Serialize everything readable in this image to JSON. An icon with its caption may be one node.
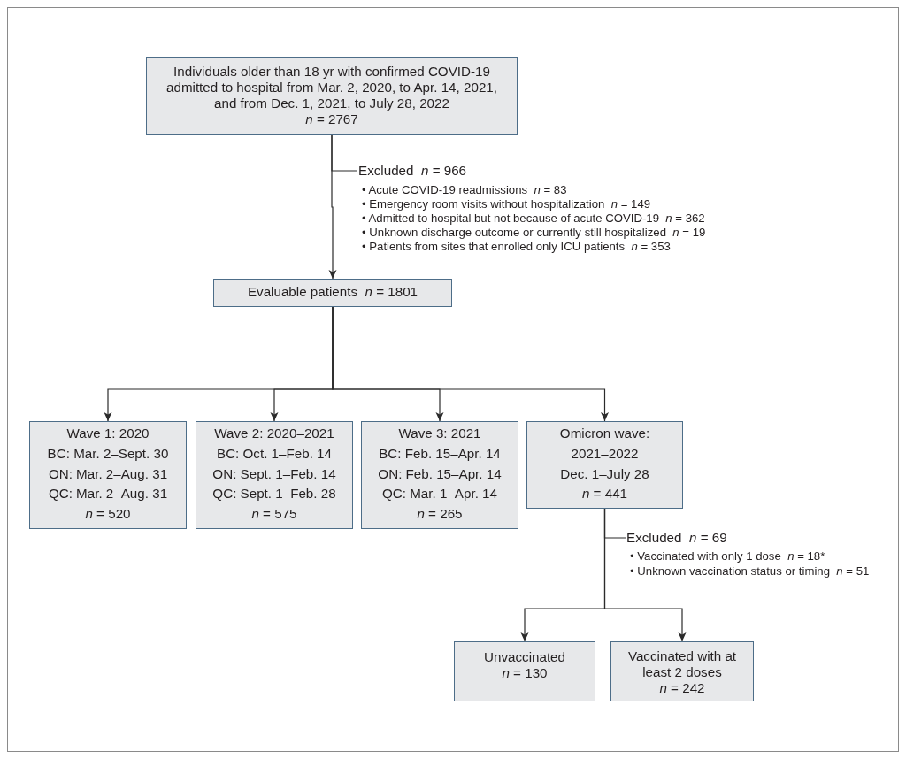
{
  "diagram": {
    "nodes": [
      {
        "text": [
          "Individuals older than 18 yr with confirmed COVID-19 admitted to hospital from Mar. 2, 2020, to Apr. 14, 2021, and from Dec. 1, 2021, to July 28, 2022",
          "*n* = 2767"
        ]
      },
      {
        "text": [
          "Excluded *n* = 966",
          "• Acute COVID-19 readmissions *n* = 83",
          "• Emergency room visits without hospitalization *n* = 149",
          "• Admitted to hospital but not because of acute COVID-19 *n* = 362",
          "• Unknown discharge outcome or currently still hospitalized *n* = 19",
          "• Patients from sites that enrolled only ICU patients *n* = 353"
        ]
      },
      {
        "text": [
          "Evaluable patients *n* = 1801"
        ]
      },
      {
        "text": [
          "Wave 1: 2020",
          "BC: Mar. 2–Sept. 30",
          "ON: Mar. 2–Aug. 31",
          "QC: Mar. 2–Aug. 31",
          "*n* = 520"
        ]
      },
      {
        "text": [
          "Wave 2: 2020–2021",
          "BC: Oct. 1–Feb. 14",
          "ON: Sept. 1–Feb. 14",
          "QC: Sept. 1–Feb. 28",
          "*n* = 575"
        ]
      },
      {
        "text": [
          "Wave 3: 2021",
          "BC: Feb. 15–Apr. 14",
          "ON: Feb. 15–Apr. 14",
          "QC: Mar. 1–Apr. 14",
          "*n* = 265"
        ]
      },
      {
        "text": [
          "Omicron wave: 2021–2022",
          "Dec. 1–July 28",
          "*n* = 441"
        ]
      },
      {
        "text": [
          "Excluded *n* = 69",
          "• Vaccinated with only 1 dose *n* = 18*",
          "• Unknown vaccination status or timing *n* = 51"
        ]
      },
      {
        "text": [
          "Unvaccinated",
          "*n* = 130"
        ]
      },
      {
        "text": [
          "Vaccinated with at least 2 doses",
          "*n* = 242"
        ]
      }
    ],
    "edges": [
      {
        "from": 0,
        "to": 2,
        "arrow": "to"
      },
      {
        "from": 0,
        "to": 1,
        "arrow": "none"
      },
      {
        "from": 2,
        "to": 3,
        "arrow": "to"
      },
      {
        "from": 2,
        "to": 4,
        "arrow": "to"
      },
      {
        "from": 2,
        "to": 5,
        "arrow": "to"
      },
      {
        "from": 2,
        "to": 6,
        "arrow": "to"
      },
      {
        "from": 6,
        "to": 7,
        "arrow": "none"
      },
      {
        "from": 6,
        "to": 8,
        "arrow": "to"
      },
      {
        "from": 6,
        "to": 9,
        "arrow": "to"
      }
    ]
  }
}
